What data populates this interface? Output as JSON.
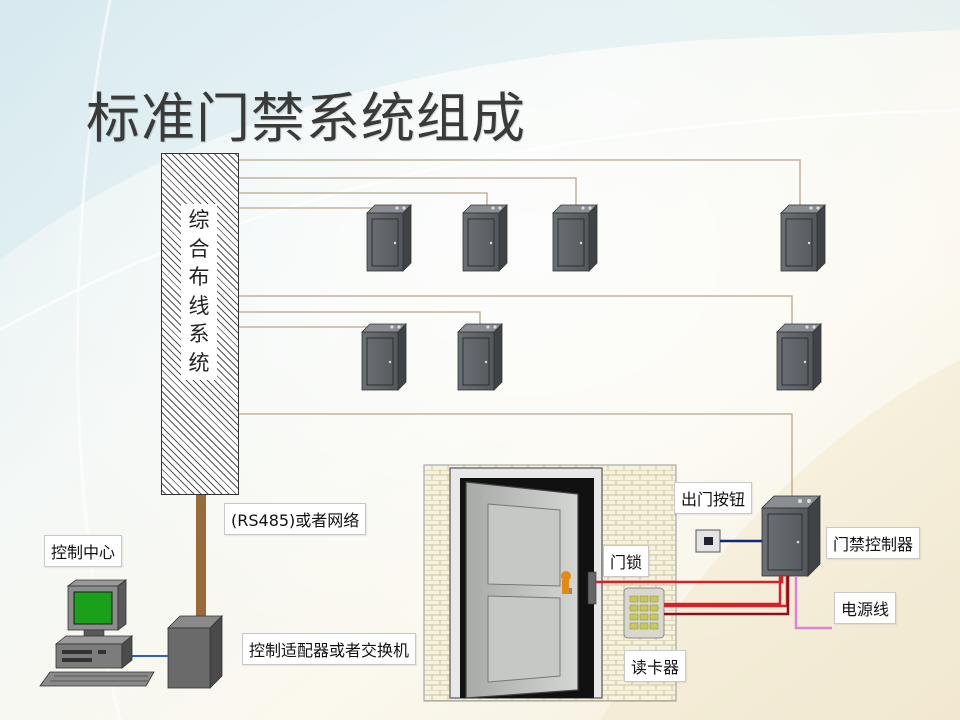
{
  "title": "标准门禁系统组成",
  "riser": {
    "label_chars": [
      "综",
      "合",
      "布",
      "线",
      "系",
      "统"
    ]
  },
  "labels": {
    "rs485": "(RS485)或者网络",
    "control_center": "控制中心",
    "adapter": "控制适配器或者交换机",
    "exit_button": "出门按钮",
    "door_lock": "门锁",
    "access_controller": "门禁控制器",
    "power_line": "电源线",
    "card_reader": "读卡器"
  },
  "colors": {
    "wire_brown": "#9a6a3a",
    "wire_red": "#d8202a",
    "wire_darkred": "#8a1020",
    "wire_pink": "#e080d8",
    "wire_navy": "#102878",
    "wire_blue": "#3060c0",
    "monitor_screen": "#1aa01a",
    "cabinet": "#5e6266"
  }
}
